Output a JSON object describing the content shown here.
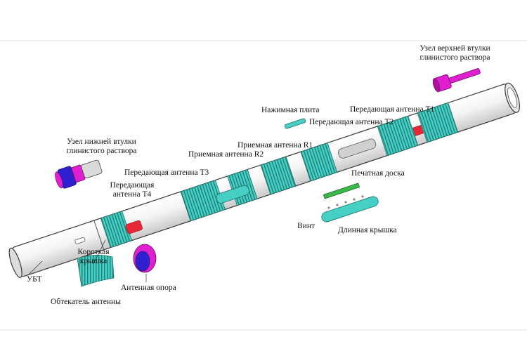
{
  "labels": {
    "upper_sleeve": [
      "Узел верхней втулки",
      "глинистого раствора"
    ],
    "transmit_t1": "Передающая антенна T1",
    "pressure_plate": "Нажимная плита",
    "transmit_t2": "Передающая антенна T2",
    "receive_r1": "Приемная антенна R1",
    "lower_sleeve": [
      "Узел нижней втулки",
      "глинистого раствора"
    ],
    "receive_r2": "Приемная антенна R2",
    "transmit_t3": "Передающая антенна T3",
    "pcb": "Печатная доска",
    "transmit_t4": [
      "Передающая",
      "антенна T4"
    ],
    "screw": "Винт",
    "long_cover": "Длинная крышка",
    "short_cover": [
      "Короткая",
      "крышка"
    ],
    "ubt": "УБТ",
    "antenna_support": "Антенная опора",
    "antenna_fairing": "Обтекатель антенны"
  },
  "colors": {
    "antenna": "#46cfc4",
    "antenna_ribs": "#1f7f78",
    "red_cover": "#e8283a",
    "magenta": "#e020d0",
    "blue": "#3020d0",
    "pipe": "#f2f2f2",
    "outline": "#3a3a3a",
    "pcb": "#3ab84a"
  }
}
